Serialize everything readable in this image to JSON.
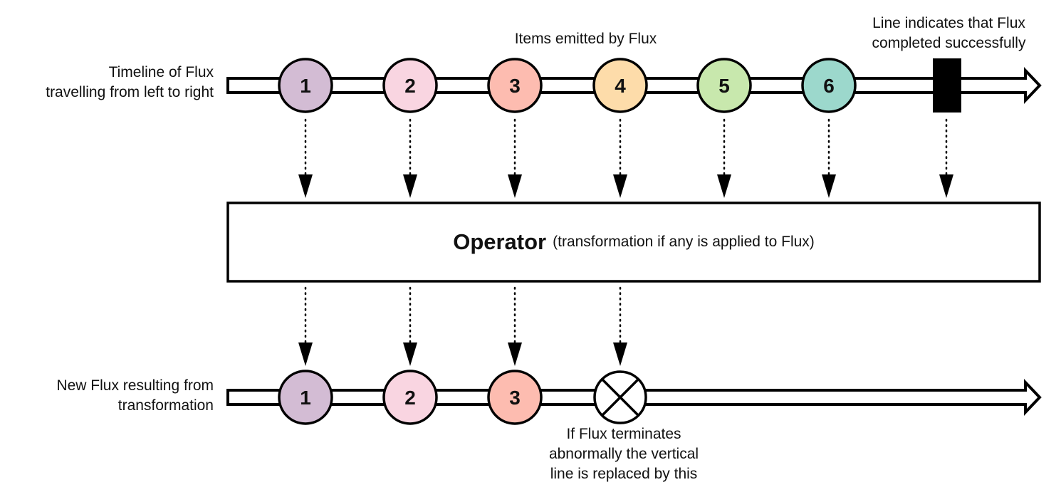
{
  "labels": {
    "source_timeline": [
      "Timeline of Flux",
      "travelling from left to right"
    ],
    "items_emitted": "Items emitted by Flux",
    "completion": [
      "Line indicates that Flux",
      "completed successfully"
    ],
    "result_timeline": [
      "New Flux resulting from",
      "transformation"
    ],
    "error": [
      "If Flux terminates",
      "abnormally the vertical",
      "line is replaced by this"
    ]
  },
  "operator": {
    "title": "Operator",
    "subtitle": "(transformation if any is applied to Flux)"
  },
  "source_flux": {
    "items": [
      {
        "label": "1",
        "color": "#d3bcd4"
      },
      {
        "label": "2",
        "color": "#f9d5e1"
      },
      {
        "label": "3",
        "color": "#fdbcb0"
      },
      {
        "label": "4",
        "color": "#fddcaa"
      },
      {
        "label": "5",
        "color": "#c8e8ad"
      },
      {
        "label": "6",
        "color": "#9cd8cc"
      }
    ],
    "terminal": "complete"
  },
  "result_flux": {
    "items": [
      {
        "label": "1",
        "color": "#d3bcd4"
      },
      {
        "label": "2",
        "color": "#f9d5e1"
      },
      {
        "label": "3",
        "color": "#fdbcb0"
      }
    ],
    "terminal": "error"
  }
}
